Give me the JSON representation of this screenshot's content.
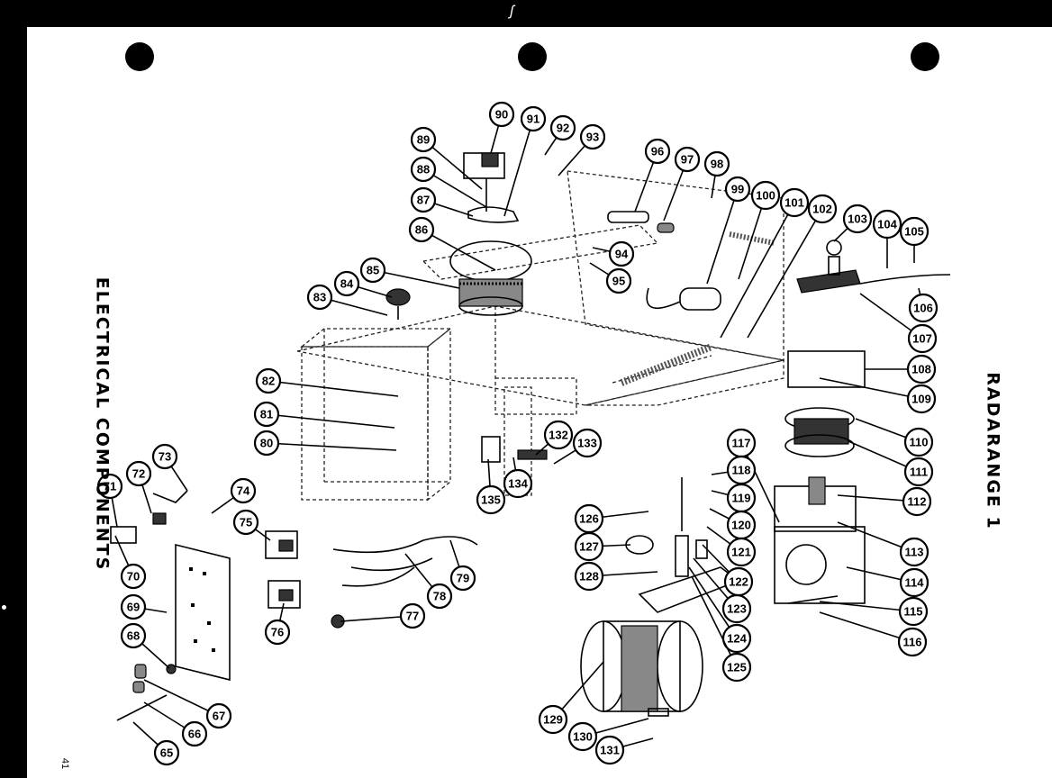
{
  "sheet": {
    "title_left": "ELECTRICAL COMPONENTS",
    "title_right": "RADARANGE 1",
    "page_number": "41"
  },
  "diagram": {
    "callouts": [
      {
        "id": "callout-65",
        "label": "65"
      },
      {
        "id": "callout-66",
        "label": "66"
      },
      {
        "id": "callout-67",
        "label": "67"
      },
      {
        "id": "callout-68",
        "label": "68"
      },
      {
        "id": "callout-69",
        "label": "69"
      },
      {
        "id": "callout-70",
        "label": "70"
      },
      {
        "id": "callout-71",
        "label": "71"
      },
      {
        "id": "callout-72",
        "label": "72"
      },
      {
        "id": "callout-73",
        "label": "73"
      },
      {
        "id": "callout-74",
        "label": "74"
      },
      {
        "id": "callout-75",
        "label": "75"
      },
      {
        "id": "callout-76",
        "label": "76"
      },
      {
        "id": "callout-77",
        "label": "77"
      },
      {
        "id": "callout-78",
        "label": "78"
      },
      {
        "id": "callout-79",
        "label": "79"
      },
      {
        "id": "callout-80",
        "label": "80"
      },
      {
        "id": "callout-81",
        "label": "81"
      },
      {
        "id": "callout-82",
        "label": "82"
      },
      {
        "id": "callout-83",
        "label": "83"
      },
      {
        "id": "callout-84",
        "label": "84"
      },
      {
        "id": "callout-85",
        "label": "85"
      },
      {
        "id": "callout-86",
        "label": "86"
      },
      {
        "id": "callout-87",
        "label": "87"
      },
      {
        "id": "callout-88",
        "label": "88"
      },
      {
        "id": "callout-89",
        "label": "89"
      },
      {
        "id": "callout-90",
        "label": "90"
      },
      {
        "id": "callout-91",
        "label": "91"
      },
      {
        "id": "callout-92",
        "label": "92"
      },
      {
        "id": "callout-93",
        "label": "93"
      },
      {
        "id": "callout-94",
        "label": "94"
      },
      {
        "id": "callout-95",
        "label": "95"
      },
      {
        "id": "callout-96",
        "label": "96"
      },
      {
        "id": "callout-97",
        "label": "97"
      },
      {
        "id": "callout-98",
        "label": "98"
      },
      {
        "id": "callout-99",
        "label": "99"
      },
      {
        "id": "callout-100",
        "label": "100"
      },
      {
        "id": "callout-101",
        "label": "101"
      },
      {
        "id": "callout-102",
        "label": "102"
      },
      {
        "id": "callout-103",
        "label": "103"
      },
      {
        "id": "callout-104",
        "label": "104"
      },
      {
        "id": "callout-105",
        "label": "105"
      },
      {
        "id": "callout-106",
        "label": "106"
      },
      {
        "id": "callout-107",
        "label": "107"
      },
      {
        "id": "callout-108",
        "label": "108"
      },
      {
        "id": "callout-109",
        "label": "109"
      },
      {
        "id": "callout-110",
        "label": "110"
      },
      {
        "id": "callout-111",
        "label": "111"
      },
      {
        "id": "callout-112",
        "label": "112"
      },
      {
        "id": "callout-113",
        "label": "113"
      },
      {
        "id": "callout-114",
        "label": "114"
      },
      {
        "id": "callout-115",
        "label": "115"
      },
      {
        "id": "callout-116",
        "label": "116"
      },
      {
        "id": "callout-117",
        "label": "117"
      },
      {
        "id": "callout-118",
        "label": "118"
      },
      {
        "id": "callout-119",
        "label": "119"
      },
      {
        "id": "callout-120",
        "label": "120"
      },
      {
        "id": "callout-121",
        "label": "121"
      },
      {
        "id": "callout-122",
        "label": "122"
      },
      {
        "id": "callout-123",
        "label": "123"
      },
      {
        "id": "callout-124",
        "label": "124"
      },
      {
        "id": "callout-125",
        "label": "125"
      },
      {
        "id": "callout-126",
        "label": "126"
      },
      {
        "id": "callout-127",
        "label": "127"
      },
      {
        "id": "callout-128",
        "label": "128"
      },
      {
        "id": "callout-129",
        "label": "129"
      },
      {
        "id": "callout-130",
        "label": "130"
      },
      {
        "id": "callout-131",
        "label": "131"
      },
      {
        "id": "callout-132",
        "label": "132"
      },
      {
        "id": "callout-133",
        "label": "133"
      },
      {
        "id": "callout-134",
        "label": "134"
      },
      {
        "id": "callout-135",
        "label": "135"
      }
    ]
  }
}
